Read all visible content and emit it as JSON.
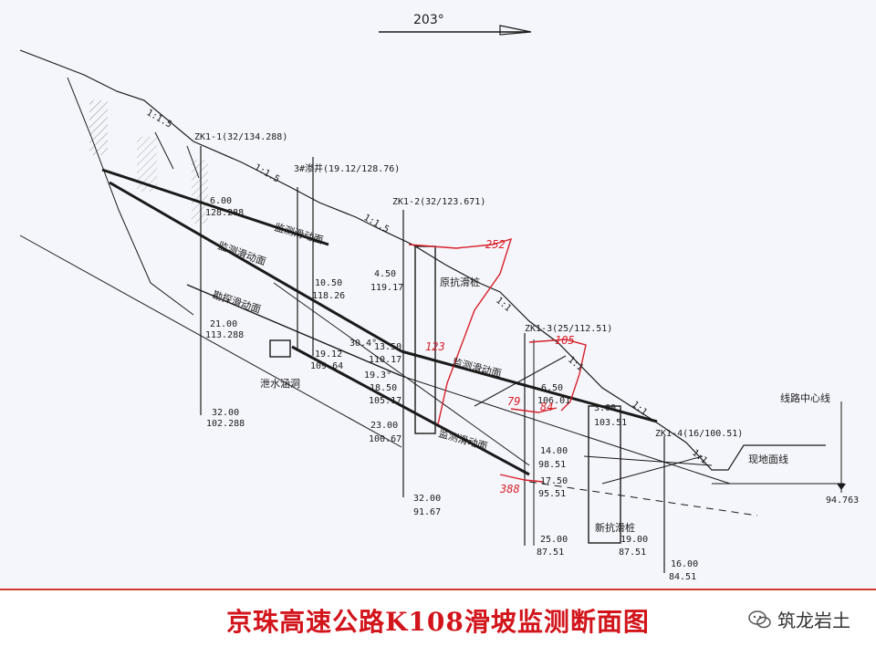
{
  "caption": "京珠高速公路K108滑坡监测断面图",
  "brand": "筑龙岩土",
  "colors": {
    "ink": "#1a1a1a",
    "accent": "#d2141b",
    "paper": "#f5f6fb",
    "pen": "#d8202a"
  },
  "drawing": {
    "bearing": "203°",
    "slopes": {
      "s1": "1:1.5",
      "s2": "1:1.5",
      "s3": "1:1.5",
      "s4": "1:1",
      "s5": "1:1",
      "s6": "1:1",
      "s7": "1:1"
    },
    "boreholes": {
      "zk11": "ZK1-1(32/134.288)",
      "well3": "3#渗井(19.12/128.76)",
      "zk12": "ZK1-2(32/123.671)",
      "zk13": "ZK1-3(25/112.51)",
      "zk14": "ZK1-4(16/100.51)"
    },
    "surfaces": {
      "m1": "监测滑动面",
      "m2": "监测滑动面",
      "m3": "监测滑动面",
      "m4": "监测滑动面",
      "e1": "勘探滑动面"
    },
    "features": {
      "pile_old": "原抗滑桩",
      "pile_new": "新抗滑桩",
      "culvert": "泄水涵洞",
      "centerline": "线路中心线",
      "ground": "现地面线"
    },
    "levels": {
      "a1": "6.00",
      "a2": "128.288",
      "b1": "10.50",
      "b2": "118.26",
      "c1": "4.50",
      "c2": "119.17",
      "d1": "21.00",
      "d2": "113.288",
      "e1": "19.12",
      "e2": "109.64",
      "f1": "13.50",
      "f2": "110.17",
      "g1": "18.50",
      "g2": "105.17",
      "h1": "32.00",
      "h2": "102.288",
      "i1": "23.00",
      "i2": "100.67",
      "j1": "32.00",
      "j2": "91.67",
      "k1": "6.50",
      "k2": "106.01",
      "l1": "3.00",
      "l2": "103.51",
      "m1": "14.00",
      "m2": "98.51",
      "n1": "17.50",
      "n2": "95.51",
      "o1": "25.00",
      "o2": "87.51",
      "p1": "19.00",
      "p2": "87.51",
      "q1": "16.00",
      "q2": "84.51",
      "r1": "94.763"
    },
    "angles": {
      "a1": "30.4°",
      "a2": "19.3°"
    },
    "handwritten": {
      "h1": "252",
      "h2": "105",
      "h3": "123",
      "h4": "79",
      "h5": "84",
      "h6": "388"
    }
  }
}
